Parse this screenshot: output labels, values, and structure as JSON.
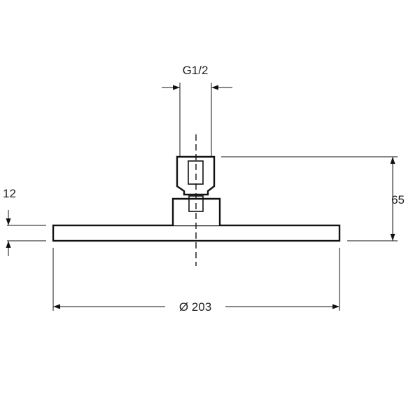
{
  "drawing": {
    "dimensions": {
      "thread": "G1/2",
      "height": "65",
      "thickness": "12",
      "diameter": "Ø 203"
    }
  }
}
